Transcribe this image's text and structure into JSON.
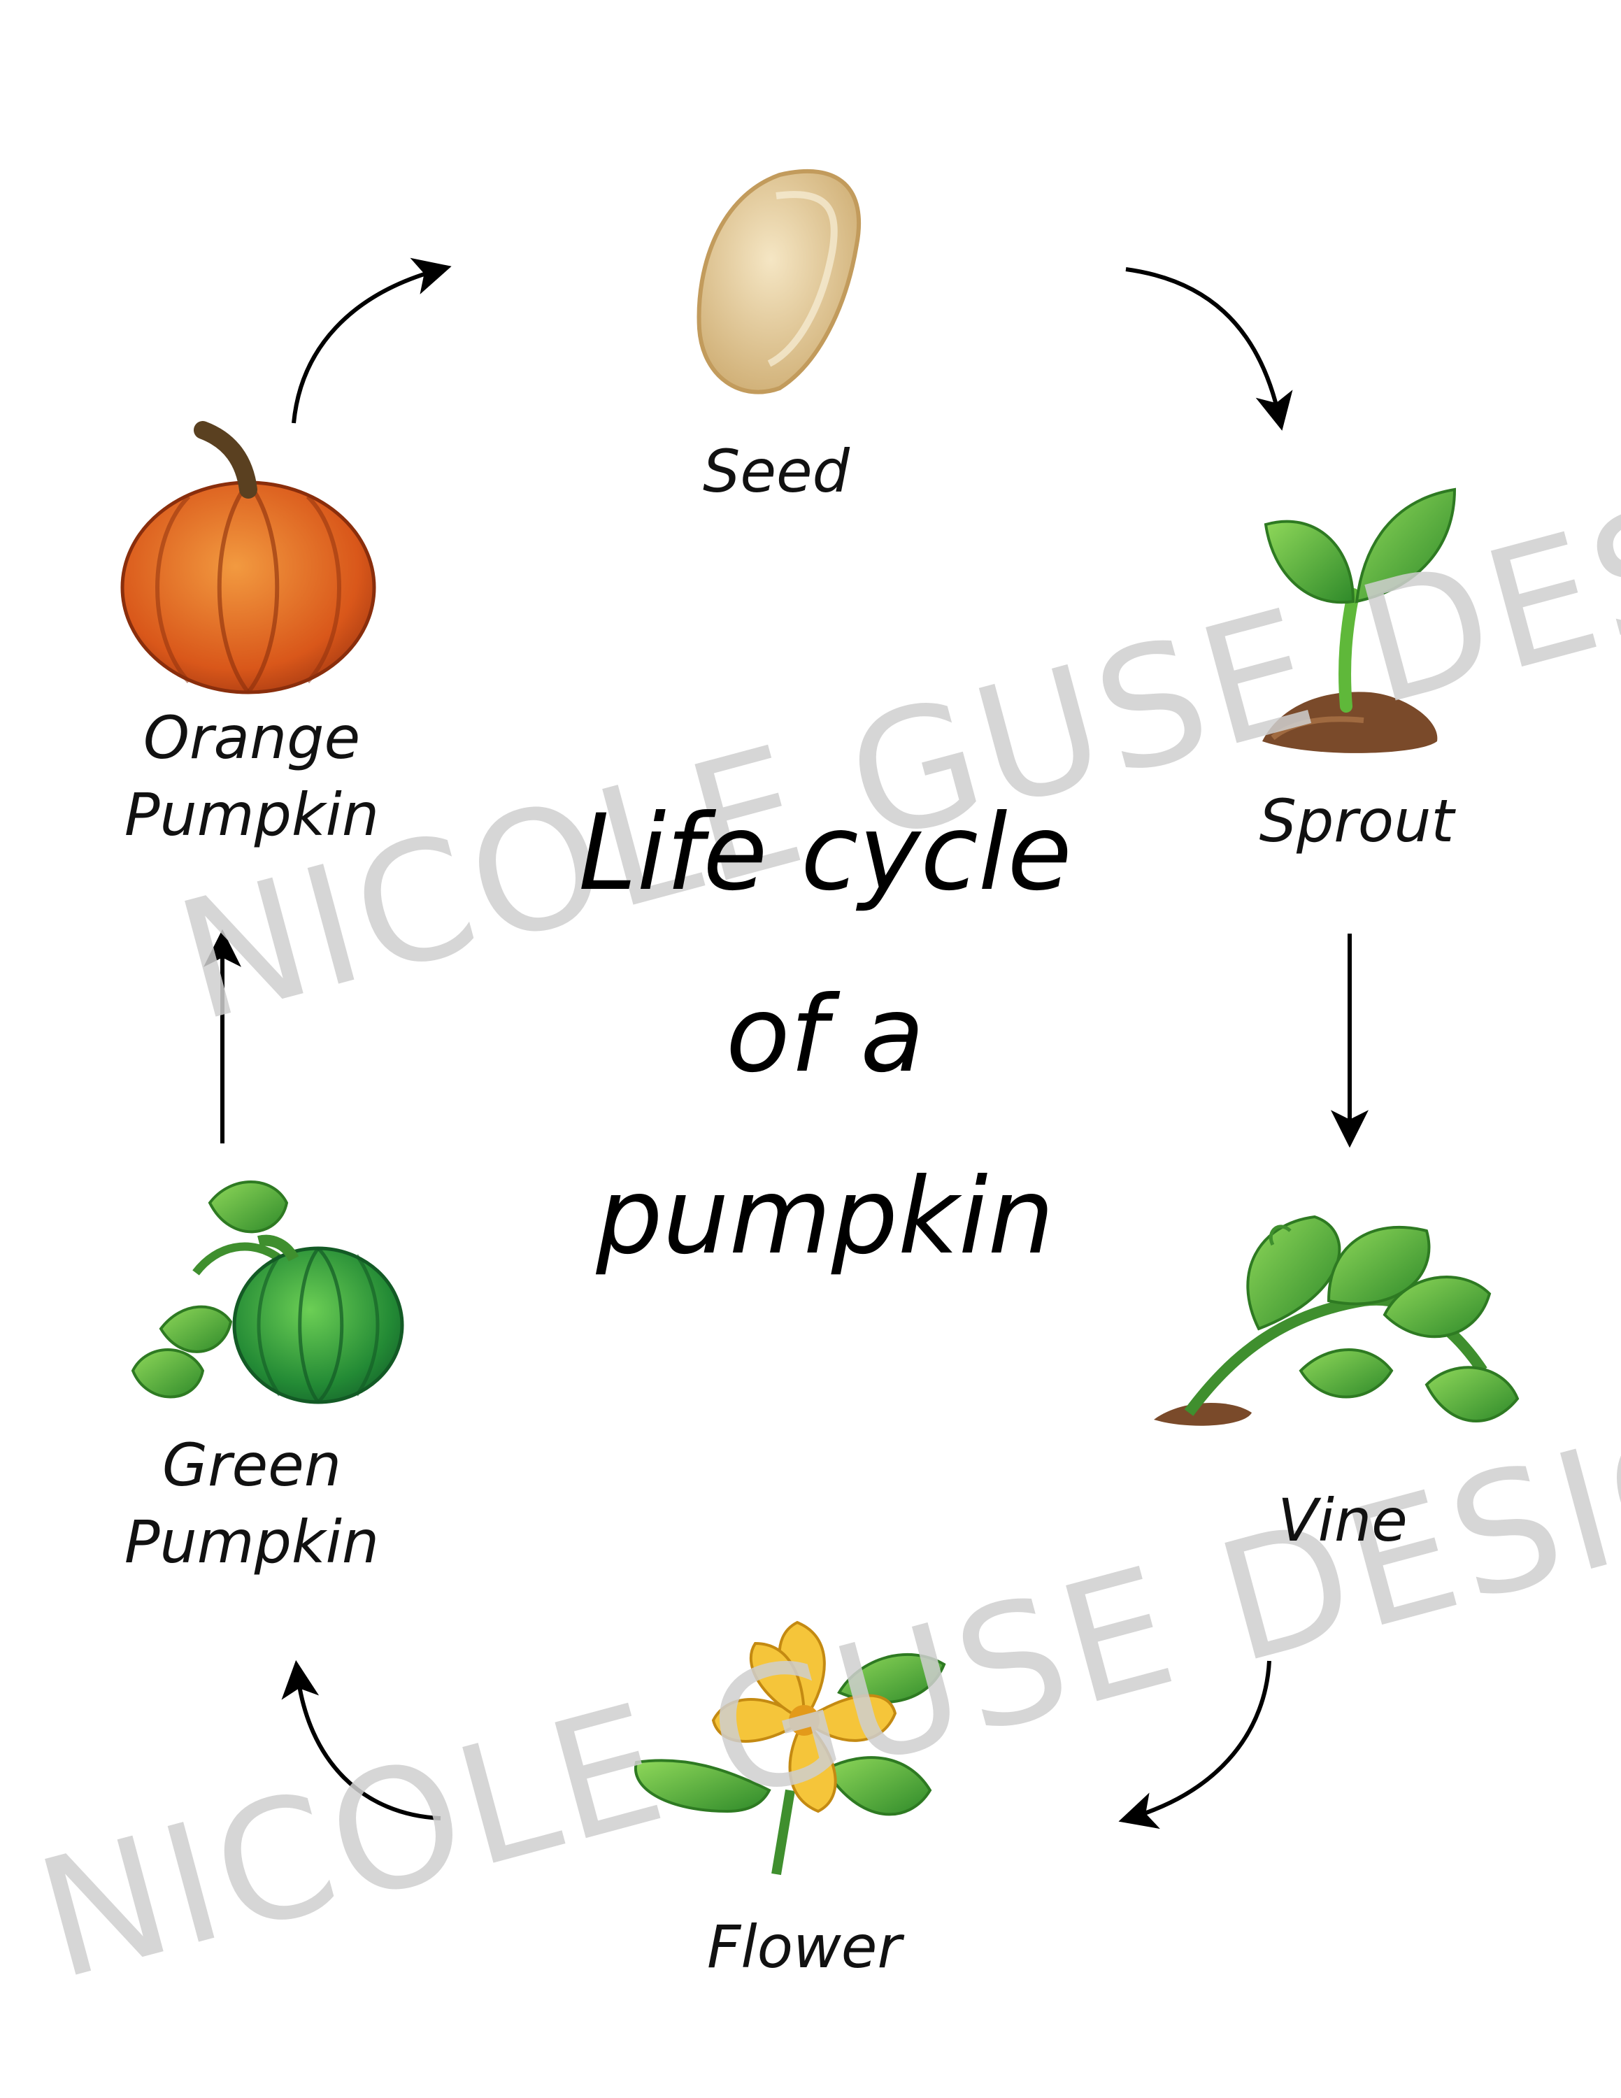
{
  "title": {
    "line1": "Life cycle",
    "line2": "of a",
    "line3": "pumpkin"
  },
  "stages": {
    "seed": {
      "label": "Seed"
    },
    "sprout": {
      "label": "Sprout"
    },
    "vine": {
      "label": "Vine"
    },
    "flower": {
      "label": "Flower"
    },
    "green": {
      "line1": "Green",
      "line2": "Pumpkin"
    },
    "orange": {
      "line1": "Orange",
      "line2": "Pumpkin"
    }
  },
  "watermark": "NICOLE GUSE DESIGN",
  "colors": {
    "arrow": "#000000",
    "watermark": "#cfcfcf",
    "seed": "#e6cfa0",
    "leaf": "#4ea82e",
    "soil": "#7a4a2a",
    "flower": "#f5c53a",
    "green_pumpkin": "#2f9a3c",
    "orange_pumpkin": "#e0641a"
  }
}
